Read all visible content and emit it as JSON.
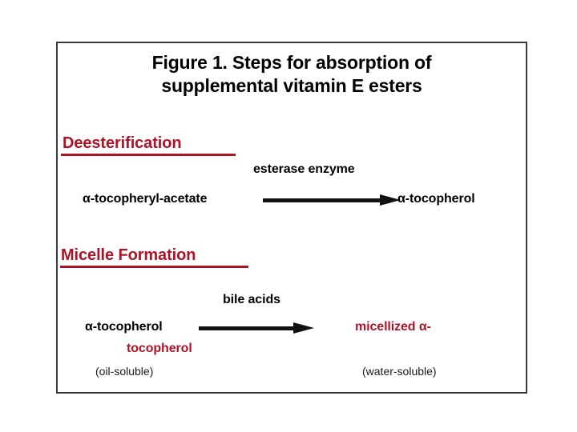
{
  "figure": {
    "title_line_1": "Figure 1. Steps for absorption of",
    "title_line_2": "supplemental vitamin E esters",
    "border_color": "#3a3a3a",
    "background": "#ffffff"
  },
  "colors": {
    "heading_red": "#B01226",
    "text_black": "#000000",
    "arrow_black": "#111111"
  },
  "steps": [
    {
      "heading": "Deesterification",
      "enzyme_label": "esterase enzyme",
      "reactant": "α-tocopheryl-acetate",
      "product": "α-tocopherol",
      "product_color": "#000000"
    },
    {
      "heading": "Micelle Formation",
      "enzyme_label": "bile acids",
      "reactant": "α-tocopherol",
      "product": "micellized α-",
      "product_wrap": "tocopherol",
      "product_color": "#B01226",
      "reactant_solubility": "(oil-soluble)",
      "product_solubility": "(water-soluble)"
    }
  ]
}
